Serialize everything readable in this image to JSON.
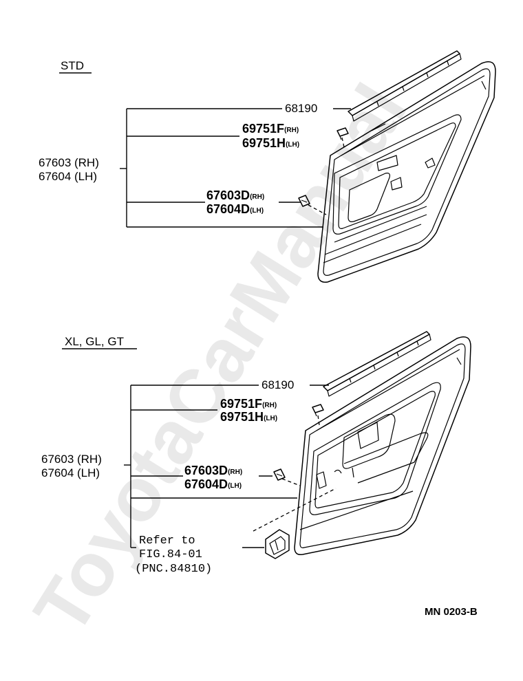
{
  "watermark": "ToyotaCarManual",
  "sections": [
    {
      "title": "STD",
      "callouts": {
        "molding": "68190",
        "clip_rh": "69751F",
        "clip_rh_sfx": "(RH)",
        "clip_lh": "69751H",
        "clip_lh_sfx": "(LH)",
        "screw_rh": "67603D",
        "screw_rh_sfx": "(RH)",
        "screw_lh": "67604D",
        "screw_lh_sfx": "(LH)",
        "board_rh": "67603 (RH)",
        "board_lh": "67604 (LH)"
      }
    },
    {
      "title": "XL, GL, GT",
      "callouts": {
        "molding": "68190",
        "clip_rh": "69751F",
        "clip_rh_sfx": "(RH)",
        "clip_lh": "69751H",
        "clip_lh_sfx": "(LH)",
        "screw_rh": "67603D",
        "screw_rh_sfx": "(RH)",
        "screw_lh": "67604D",
        "screw_lh_sfx": "(LH)",
        "board_rh": "67603 (RH)",
        "board_lh": "67604 (LH)",
        "refer_line1": "Refer to",
        "refer_line2": "FIG.84-01",
        "refer_line3": "(PNC.84810)"
      }
    }
  ],
  "footer_code": "MN 0203-B"
}
